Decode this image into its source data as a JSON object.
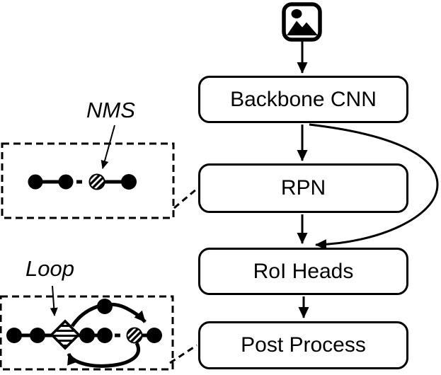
{
  "colors": {
    "ink": "#000000",
    "paper": "#ffffff"
  },
  "input": {
    "icon": "image-icon"
  },
  "pipeline": {
    "boxes": [
      {
        "id": "backbone",
        "label": "Backbone CNN"
      },
      {
        "id": "rpn",
        "label": "RPN"
      },
      {
        "id": "roi_heads",
        "label": "RoI Heads"
      },
      {
        "id": "post_process",
        "label": "Post Process"
      }
    ]
  },
  "callouts": {
    "nms": {
      "label": "NMS",
      "points_to": "hatched-node",
      "attached_to": "RPN"
    },
    "loop": {
      "label": "Loop",
      "points_to": "hatched-diamond-node",
      "attached_to": "Post Process"
    }
  },
  "graph": {
    "edges": [
      {
        "from": "input-image",
        "to": "Backbone CNN"
      },
      {
        "from": "Backbone CNN",
        "to": "RPN"
      },
      {
        "from": "RPN",
        "to": "RoI Heads"
      },
      {
        "from": "Backbone CNN",
        "to": "RoI Heads",
        "style": "skip-curve"
      },
      {
        "from": "RoI Heads",
        "to": "Post Process"
      }
    ]
  }
}
